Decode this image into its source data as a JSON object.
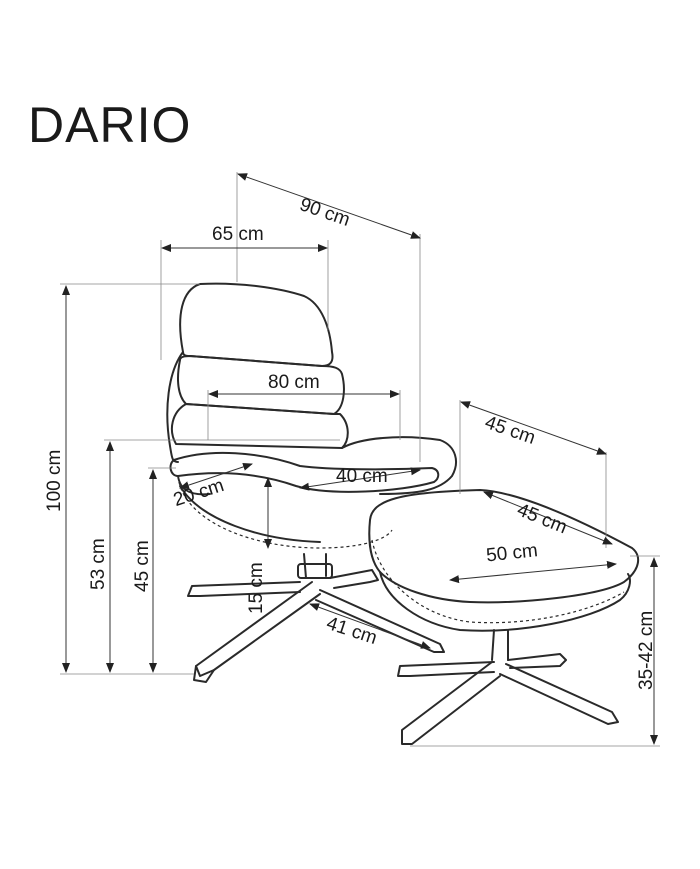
{
  "title": "DARIO",
  "dimensions": {
    "chair_depth": "90 cm",
    "chair_width": "65 cm",
    "armrest_width": "80 cm",
    "seat_depth": "20 cm",
    "seat_width": "40 cm",
    "total_height": "100 cm",
    "armrest_height": "53 cm",
    "seat_height": "45 cm",
    "base_height": "15 cm",
    "base_diameter": "41 cm",
    "ottoman_depth": "45 cm",
    "ottoman_top_depth": "45 cm",
    "ottoman_top_width": "50 cm",
    "ottoman_height": "35-42 cm"
  }
}
